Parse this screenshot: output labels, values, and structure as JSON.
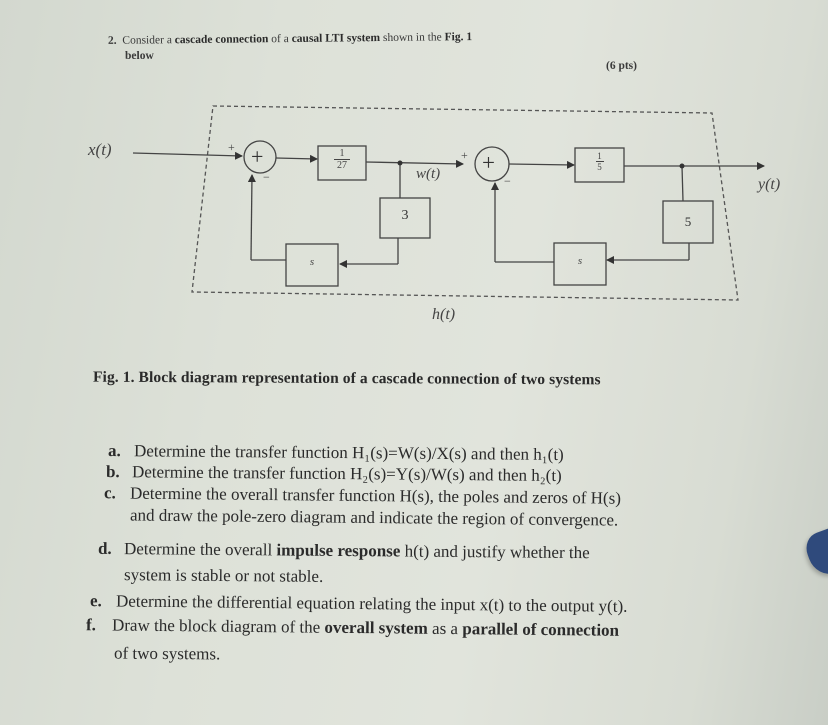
{
  "question": {
    "number": "2.",
    "intro_parts": [
      {
        "text": "Consider a ",
        "bold": false
      },
      {
        "text": "cascade connection",
        "bold": true
      },
      {
        "text": " of a ",
        "bold": false
      },
      {
        "text": "causal LTI system",
        "bold": true
      },
      {
        "text": " shown in the ",
        "bold": false
      },
      {
        "text": "Fig. 1",
        "bold": true
      }
    ],
    "intro_line2": "below",
    "points": "(6 pts)"
  },
  "diagram": {
    "input_label": "x(t)",
    "output_label": "y(t)",
    "intermediate_label": "w(t)",
    "system_label": "h(t)",
    "sum1": {
      "plus": "+",
      "minus": "−",
      "symbol": "+"
    },
    "sum2": {
      "plus": "+",
      "minus": "−",
      "symbol": "+"
    },
    "block_gain1": {
      "num": "1",
      "den": "27"
    },
    "block_feedback1": "3",
    "block_diff1": "s",
    "block_gain2": {
      "num": "1",
      "den": "5"
    },
    "block_feedback2": "5",
    "block_diff2": "s"
  },
  "caption": "Fig. 1. Block diagram representation of a cascade connection of two systems",
  "items": [
    {
      "label": "a.",
      "lines": [
        "Determine the transfer function H₁(s)=W(s)/X(s)  and then h₁(t)"
      ]
    },
    {
      "label": "b.",
      "lines": [
        "Determine the transfer function H₂(s)=Y(s)/W(s) and then h₂(t)"
      ]
    },
    {
      "label": "c.",
      "lines": [
        "Determine the overall transfer function H(s), the poles and zeros of H(s)",
        "and draw the pole-zero diagram and indicate the region of convergence."
      ]
    },
    {
      "label": "d.",
      "lines_pre": "Determine the overall ",
      "bold": "impulse response",
      "lines_post": " h(t) and justify whether the",
      "line2": "system is stable or not stable."
    },
    {
      "label": "e.",
      "lines": [
        "Determine the differential equation relating the input x(t) to the output y(t)."
      ]
    },
    {
      "label": "f.",
      "lines_pre": "Draw the block diagram of the ",
      "bold": "overall system",
      "lines_post": " as a ",
      "bold2": "parallel of connection",
      "line2": "of two systems."
    }
  ]
}
